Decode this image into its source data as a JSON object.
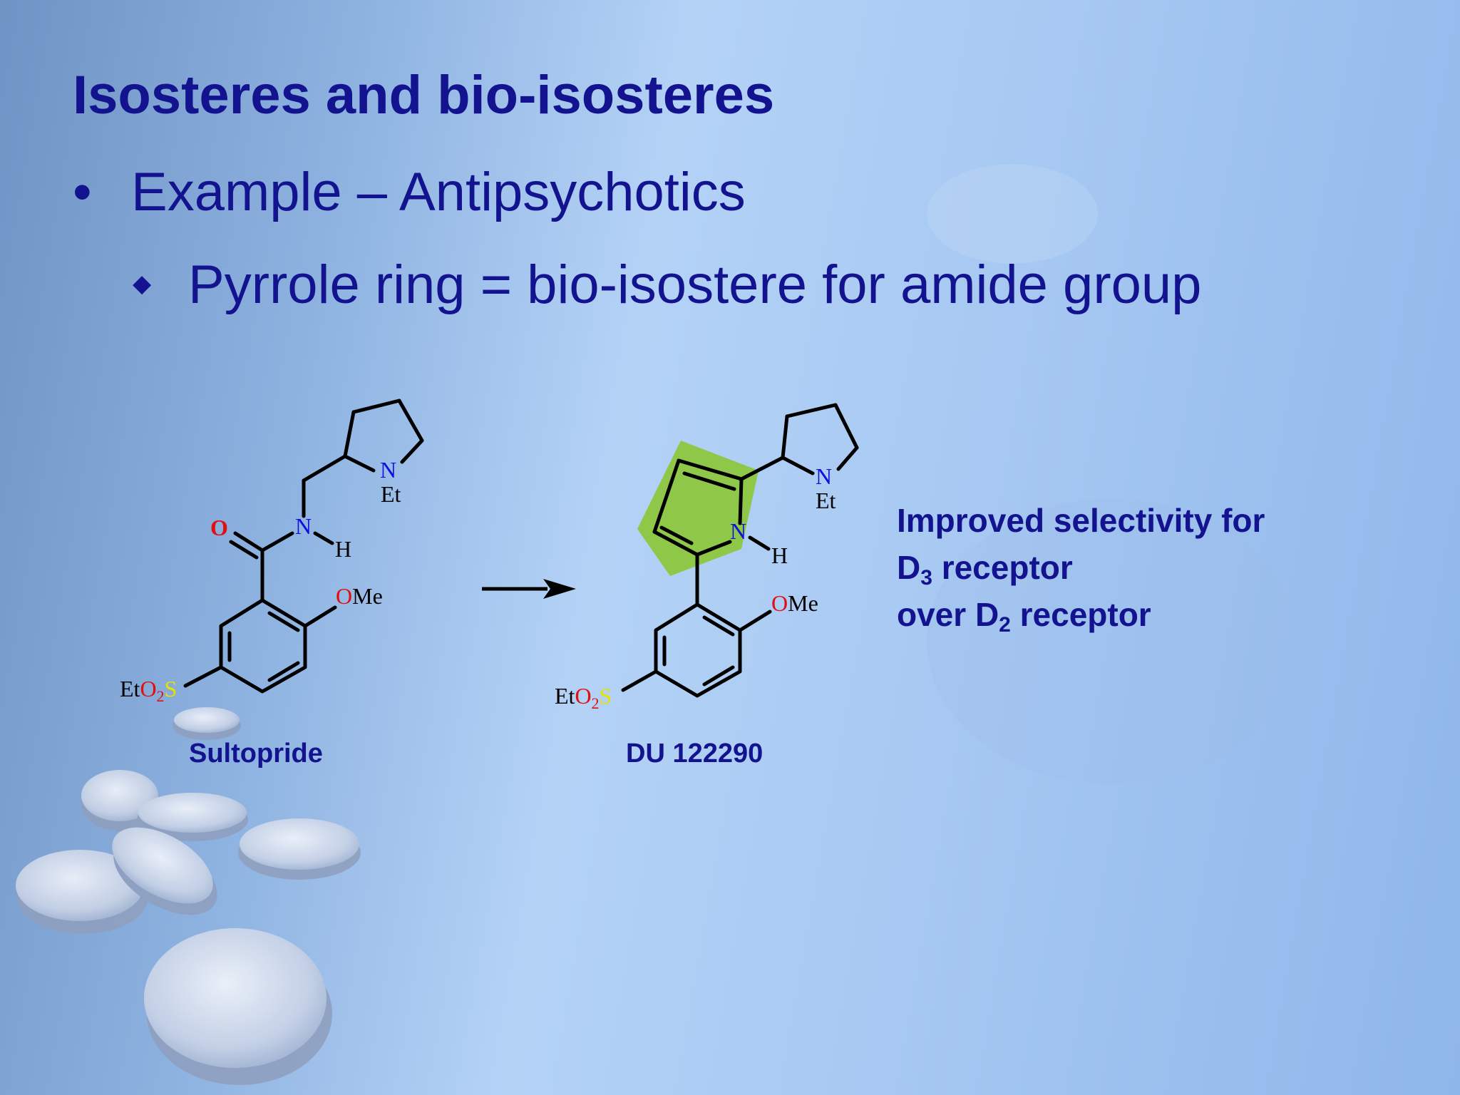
{
  "slide": {
    "title": "Isosteres and bio-isosteres",
    "bullet1": "Example – Antipsychotics",
    "bullet2": "Pyrrole ring = bio-isostere for amide group"
  },
  "molecules": [
    {
      "name": "Sultopride",
      "atoms": {
        "o": "O",
        "n_amide": "N",
        "h": "H",
        "n_ring": "N",
        "et": "Et",
        "ome_o": "O",
        "ome_me": "Me",
        "sulf_et": "Et",
        "sulf_o": "O",
        "sulf_2": "2",
        "sulf_s": "S"
      }
    },
    {
      "name": "DU 122290",
      "atoms": {
        "n_pyrrole": "N",
        "h": "H",
        "n_ring": "N",
        "et": "Et",
        "ome_o": "O",
        "ome_me": "Me",
        "sulf_et": "Et",
        "sulf_o": "O",
        "sulf_2": "2",
        "sulf_s": "S"
      }
    }
  ],
  "note": {
    "line1": "Improved selectivity for",
    "line2_pre": "D",
    "line2_sub": "3",
    "line2_post": " receptor",
    "line3_pre": "over D",
    "line3_sub": "2",
    "line3_post": " receptor"
  },
  "colors": {
    "text": "#13138f",
    "oxygen": "#e01010",
    "nitrogen": "#1010e0",
    "sulfur": "#e8e000",
    "highlight": "#8dc63f"
  }
}
